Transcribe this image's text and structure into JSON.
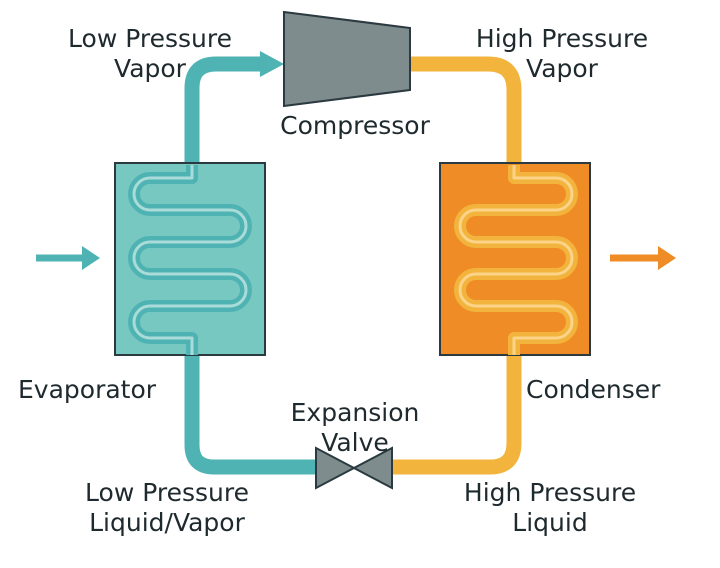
{
  "labels": {
    "low_pressure_vapor": [
      "Low Pressure",
      "Vapor"
    ],
    "high_pressure_vapor": [
      "High Pressure",
      "Vapor"
    ],
    "compressor": "Compressor",
    "evaporator": "Evaporator",
    "condenser": "Condenser",
    "expansion_valve": [
      "Expansion",
      "Valve"
    ],
    "low_pressure_liquid_vapor": [
      "Low Pressure",
      "Liquid/Vapor"
    ],
    "high_pressure_liquid": [
      "High Pressure",
      "Liquid"
    ]
  },
  "colors": {
    "cold_line": "#4fb3b3",
    "hot_line": "#f2b43c",
    "evaporator_fill": "#78c8c2",
    "condenser_fill": "#ef8c25",
    "machine_gray": "#7f8c8d",
    "outline": "#2b3a40",
    "inflow_arrow": "#4fb3b3",
    "outflow_arrow": "#ef8c25"
  }
}
